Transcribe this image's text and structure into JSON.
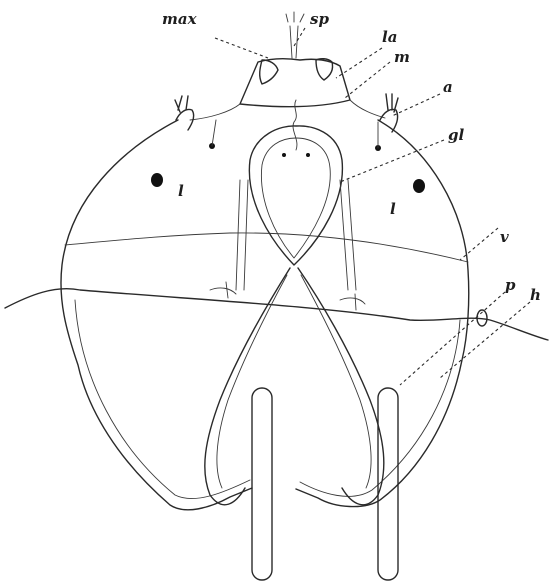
{
  "figure": {
    "labels": {
      "max": "max",
      "sp": "sp",
      "la": "la",
      "m": "m",
      "a": "a",
      "gl": "gl",
      "v": "v",
      "p": "p",
      "h": "h",
      "l_left": "l",
      "l_right": "l"
    }
  }
}
